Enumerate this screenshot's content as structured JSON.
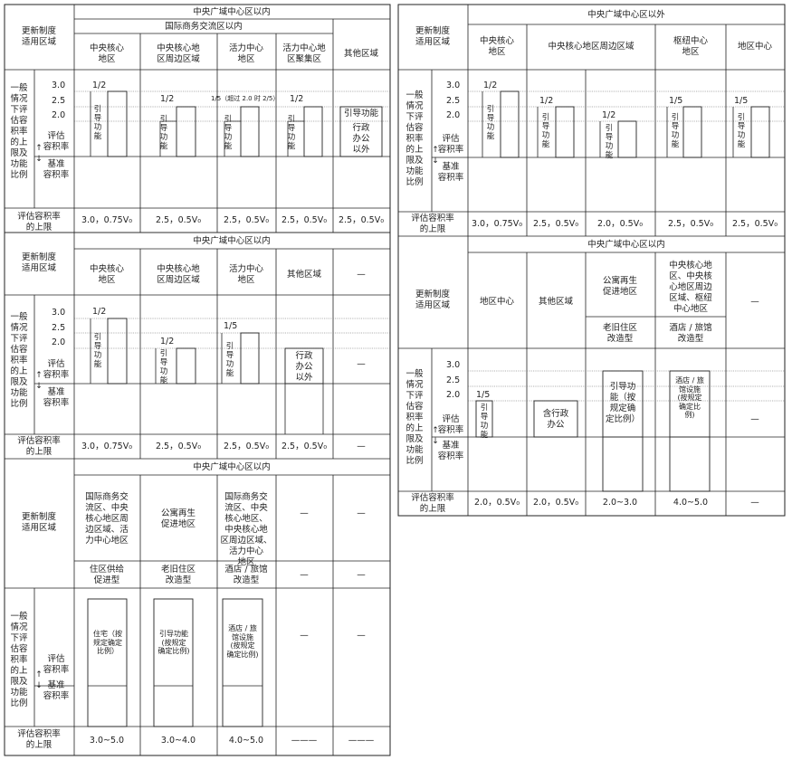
{
  "headers": {
    "central_within": "中央广域中心区以内",
    "central_outside": "中央广域中心区以外",
    "intl_exchange": "国际商务交流区以内",
    "renewal_zone": "更新制度\n适用区域",
    "general_ratio": "一般\n情况\n下评\n估容\n积率\n的上\n限及\n功能\n比例",
    "eval_far": "评估\n容积率",
    "base_far": "基准\n容积率",
    "upper_limit": "评估容积率\n的上限",
    "ticks": [
      "3.0",
      "2.5",
      "2.0"
    ],
    "arrow": "↑\n↓"
  },
  "t1": {
    "cols": [
      "中央核心\n地区",
      "中央核心地\n区周边区域",
      "活力中心\n地区",
      "活力中心地\n区聚集区",
      "其他区域"
    ],
    "fractions": [
      "1/2",
      "1/2",
      "1/5（超过 2.0 时 2/5）",
      "1/2"
    ],
    "guide": "引\n导\n功\n能",
    "guide_text": "引导功能",
    "admin": "行政\n办公\n以外",
    "limits": [
      "3.0，0.75V₀",
      "2.5，0.5V₀",
      "2.5，0.5V₀",
      "2.5，0.5V₀",
      "2.5，0.5V₀"
    ]
  },
  "t2": {
    "cols": [
      "中央核心\n地区",
      "中央核心地\n区周边区域",
      "活力中心\n地区",
      "其他区域",
      "—"
    ],
    "fractions": [
      "1/2",
      "1/2",
      "1/5"
    ],
    "admin": "行政\n办公\n以外",
    "dash": "—",
    "limits": [
      "3.0，0.75V₀",
      "2.5，0.5V₀",
      "2.5，0.5V₀",
      "2.5，0.5V₀",
      "—"
    ]
  },
  "t3": {
    "cols": [
      "国际商务交\n流区、中央\n核心地区周\n边区域、活\n力中心地区",
      "公寓再生\n促进地区",
      "国际商务交\n流区、中央\n核心地区、\n中央核心地\n区周边区域、\n活力中心\n地区",
      "—",
      "—"
    ],
    "sub": [
      "住区供给\n促进型",
      "老旧住区\n改造型",
      "酒店 / 旅馆\n改造型",
      "—",
      "—"
    ],
    "boxes": [
      "住宅（按\n规定确定\n比例）",
      "引导功能\n(按规定\n确定比例)",
      "酒店 / 旅\n馆设施\n(按规定\n确定比例)"
    ],
    "dash": "—",
    "limits": [
      "3.0~5.0",
      "3.0~4.0",
      "4.0~5.0",
      "———",
      "———"
    ]
  },
  "t4": {
    "cols": [
      "中央核心\n地区",
      "中央核心地区周边区域",
      "枢纽中心\n地区",
      "地区中心"
    ],
    "fractions": [
      "1/2",
      "1/2",
      "1/2",
      "1/5",
      "1/5"
    ],
    "limits": [
      "3.0，0.75V₀",
      "2.5，0.5V₀",
      "2.0，0.5V₀",
      "2.5，0.5V₀",
      "2.5，0.5V₀"
    ]
  },
  "t5": {
    "cols": [
      "地区中心",
      "其他区域",
      "公寓再生\n促进地区",
      "中央核心地\n区、中央核\n心地区周边\n区域、枢纽\n中心地区",
      "—"
    ],
    "sub": [
      "老旧住区\n改造型",
      "酒店 / 旅馆\n改造型"
    ],
    "fraction": "1/5",
    "admin": "含行政\n办公",
    "box_guide": "引导功\n能（按\n规定确\n定比例）",
    "box_hotel": "酒店 / 旅\n馆设施\n(按规定\n确定比\n例)",
    "dash": "—",
    "limits": [
      "2.0，0.5V₀",
      "2.0，0.5V₀",
      "2.0~3.0",
      "4.0~5.0",
      "—"
    ]
  }
}
